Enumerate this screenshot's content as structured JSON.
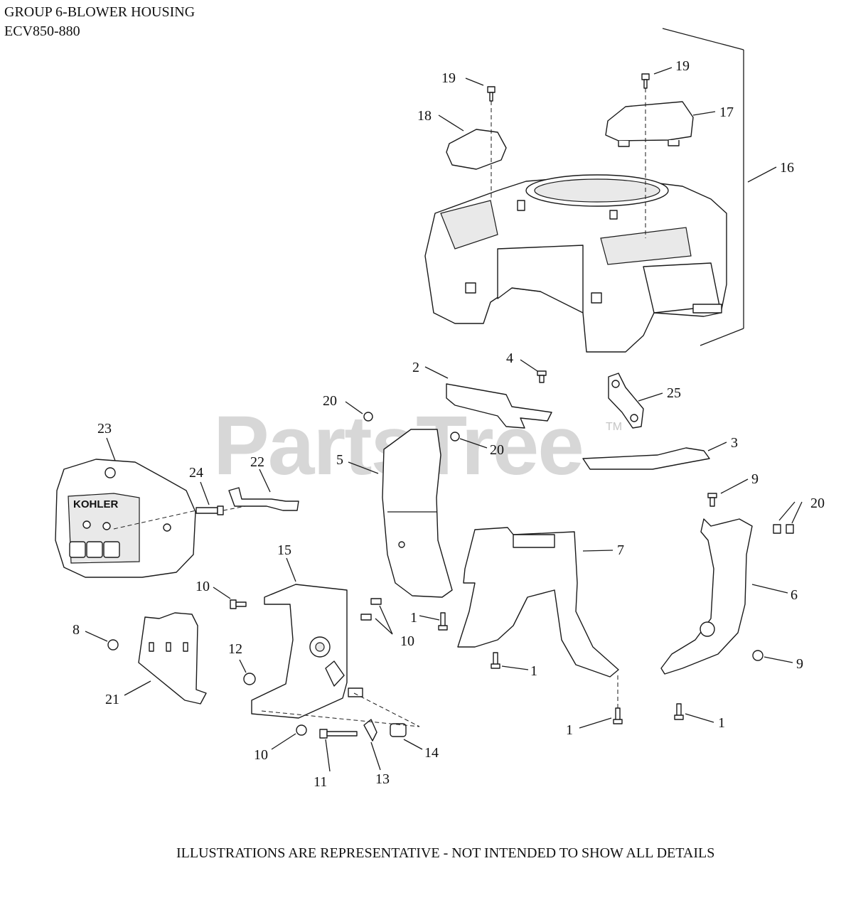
{
  "header": {
    "title": "GROUP 6-BLOWER HOUSING",
    "model": "ECV850-880"
  },
  "footer": {
    "note": "ILLUSTRATIONS ARE REPRESENTATIVE - NOT INTENDED TO SHOW ALL DETAILS"
  },
  "watermark": {
    "text": "PartsTree",
    "tm": "TM"
  },
  "logo": {
    "text": "KOHLER"
  },
  "callouts": [
    {
      "id": "c19a",
      "label": "19"
    },
    {
      "id": "c19b",
      "label": "19"
    },
    {
      "id": "c18",
      "label": "18"
    },
    {
      "id": "c17",
      "label": "17"
    },
    {
      "id": "c16",
      "label": "16"
    },
    {
      "id": "c4",
      "label": "4"
    },
    {
      "id": "c2",
      "label": "2"
    },
    {
      "id": "c25",
      "label": "25"
    },
    {
      "id": "c20a",
      "label": "20"
    },
    {
      "id": "c20b",
      "label": "20"
    },
    {
      "id": "c3",
      "label": "3"
    },
    {
      "id": "c23",
      "label": "23"
    },
    {
      "id": "c5",
      "label": "5"
    },
    {
      "id": "c24",
      "label": "24"
    },
    {
      "id": "c22",
      "label": "22"
    },
    {
      "id": "c9a",
      "label": "9"
    },
    {
      "id": "c20c",
      "label": "20"
    },
    {
      "id": "c15",
      "label": "15"
    },
    {
      "id": "c7",
      "label": "7"
    },
    {
      "id": "c10a",
      "label": "10"
    },
    {
      "id": "c6",
      "label": "6"
    },
    {
      "id": "c1a",
      "label": "1"
    },
    {
      "id": "c8",
      "label": "8"
    },
    {
      "id": "c10b",
      "label": "10"
    },
    {
      "id": "c12",
      "label": "12"
    },
    {
      "id": "c1b",
      "label": "1"
    },
    {
      "id": "c9b",
      "label": "9"
    },
    {
      "id": "c21",
      "label": "21"
    },
    {
      "id": "c1c",
      "label": "1"
    },
    {
      "id": "c1d",
      "label": "1"
    },
    {
      "id": "c14",
      "label": "14"
    },
    {
      "id": "c10c",
      "label": "10"
    },
    {
      "id": "c11",
      "label": "11"
    },
    {
      "id": "c13",
      "label": "13"
    }
  ]
}
